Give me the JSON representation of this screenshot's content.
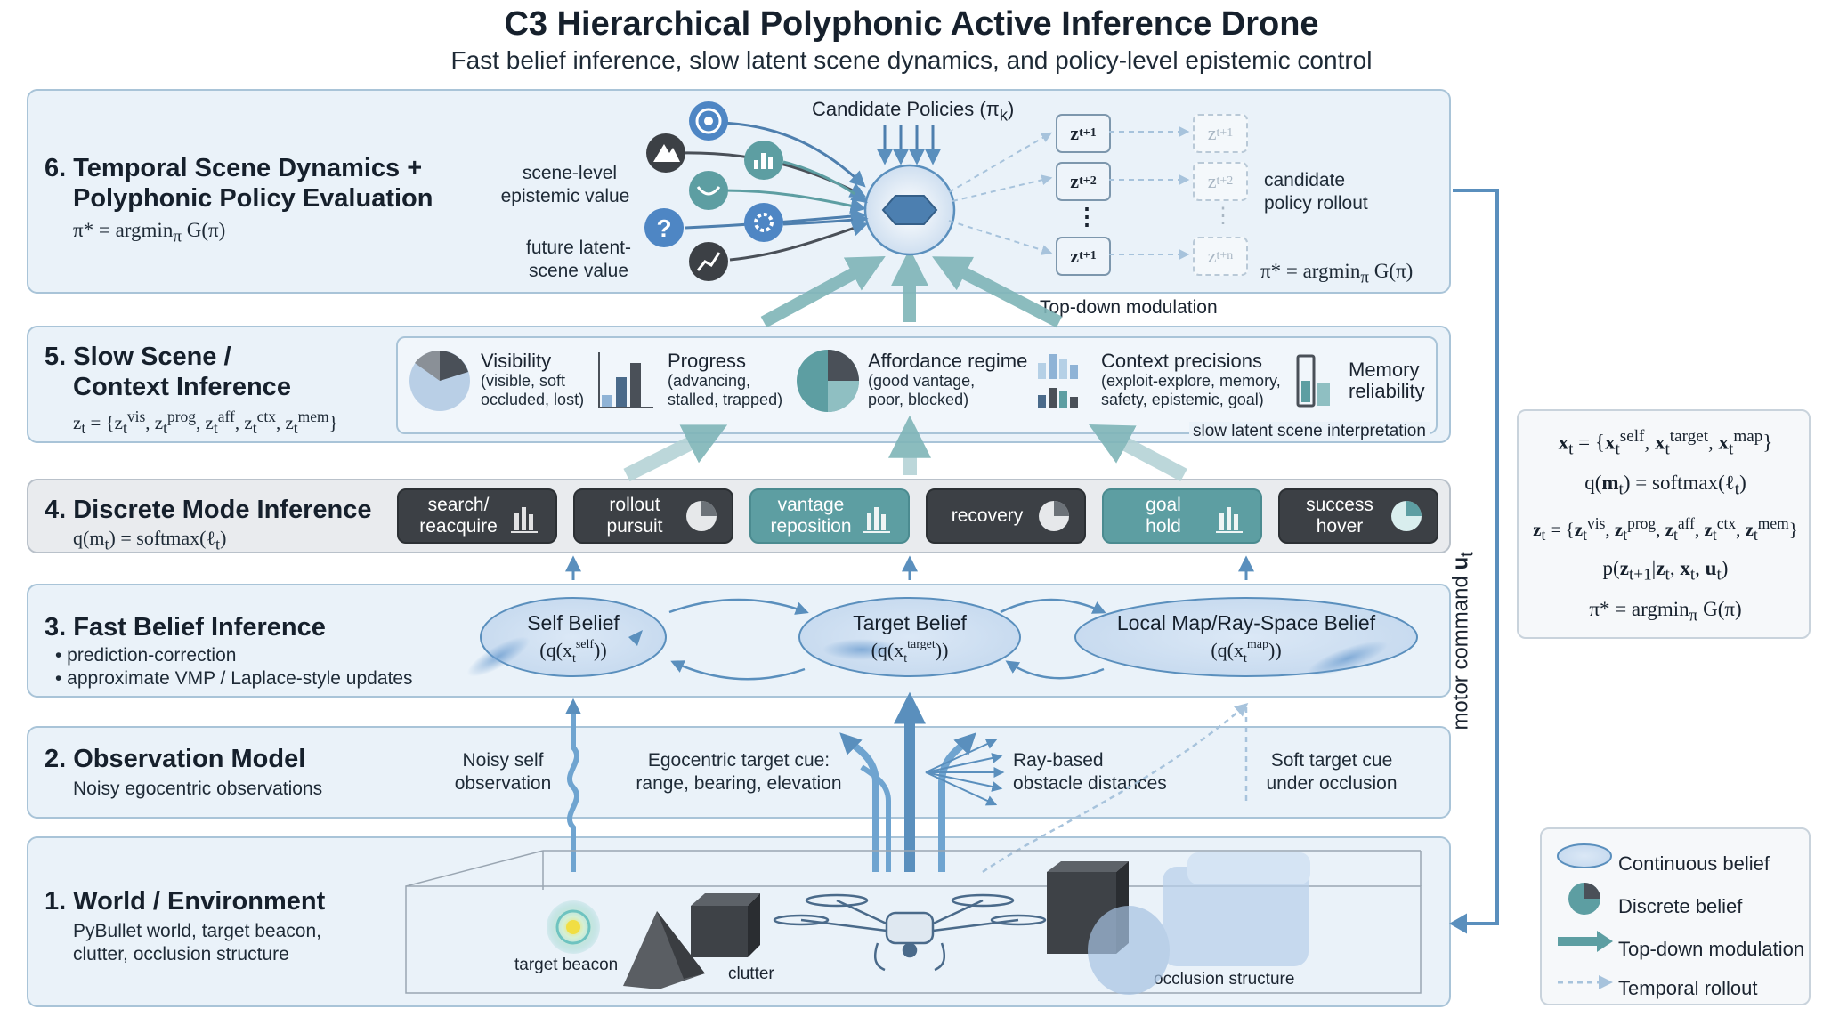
{
  "title": "C3 Hierarchical Polyphonic Active Inference Drone",
  "subtitle": "Fast belief inference, slow latent scene dynamics, and policy-level epistemic control",
  "layer6": {
    "title_line1": "6. Temporal Scene Dynamics +",
    "title_line2": "Polyphonic Policy Evaluation",
    "equation": "π* = argminπ G(π)",
    "scene_level_1": "scene-level",
    "scene_level_2": "epistemic value",
    "future_1": "future latent-",
    "future_2": "scene value",
    "candidate_policies": "Candidate Policies (πk)",
    "z_labels": [
      "zt+1",
      "zt+2",
      "⋮",
      "zt+1"
    ],
    "z_faded": [
      "zt+1",
      "zt+2",
      "⋮",
      "zt+n"
    ],
    "rollout_1": "candidate",
    "rollout_2": "policy rollout",
    "equation_right": "π* = argminπ G(π)",
    "topdown": "Top-down modulation"
  },
  "layer5": {
    "title_line1": "5. Slow Scene /",
    "title_line2": "Context Inference",
    "equation": "zt = {ztvis, ztprog, ztaff, ztctx, ztmem}",
    "items": [
      {
        "label": "Visibility",
        "sub1": "(visible, soft",
        "sub2": "occluded, lost)"
      },
      {
        "label": "Progress",
        "sub1": "(advancing,",
        "sub2": "stalled, trapped)"
      },
      {
        "label": "Affordance regime",
        "sub1": "(good vantage,",
        "sub2": "poor, blocked)"
      },
      {
        "label": "Context precisions",
        "sub1": "(exploit-explore, memory,",
        "sub2": "safety, epistemic, goal)"
      },
      {
        "label": "Memory",
        "sub1": "reliability",
        "sub2": ""
      }
    ],
    "footer": "slow latent scene interpretation"
  },
  "layer4": {
    "title": "4. Discrete Mode Inference",
    "equation": "q(mt) = softmax(ℓt)",
    "modes": [
      {
        "l1": "search/",
        "l2": "reacquire",
        "style": "dark",
        "icon": "bar-chart-icon"
      },
      {
        "l1": "rollout",
        "l2": "pursuit",
        "style": "dark",
        "icon": "pie-chart-icon"
      },
      {
        "l1": "vantage",
        "l2": "reposition",
        "style": "teal",
        "icon": "bar-chart-icon"
      },
      {
        "l1": "recovery",
        "l2": "",
        "style": "dark",
        "icon": "pie-chart-icon"
      },
      {
        "l1": "goal",
        "l2": "hold",
        "style": "teal",
        "icon": "bar-chart-icon"
      },
      {
        "l1": "success",
        "l2": "hover",
        "style": "dark",
        "icon": "pie-chart-icon"
      }
    ]
  },
  "layer3": {
    "title": "3. Fast Belief Inference",
    "bullet1": "• prediction-correction",
    "bullet2": "• approximate VMP / Laplace-style updates",
    "beliefs": [
      {
        "l1": "Self Belief",
        "l2": "(q(xtself))"
      },
      {
        "l1": "Target Belief",
        "l2": "(q(xttarget))"
      },
      {
        "l1": "Local Map/Ray-Space Belief",
        "l2": "(q(xtmap))"
      }
    ]
  },
  "layer2": {
    "title": "2. Observation Model",
    "sub": "Noisy egocentric observations",
    "noisy_1": "Noisy self",
    "noisy_2": "observation",
    "ego_1": "Egocentric target cue:",
    "ego_2": "range, bearing, elevation",
    "ray_1": "Ray-based",
    "ray_2": "obstacle distances",
    "soft_1": "Soft target cue",
    "soft_2": "under occlusion"
  },
  "layer1": {
    "title": "1. World / Environment",
    "sub1": "PyBullet world, target beacon,",
    "sub2": "clutter, occlusion structure",
    "beacon": "target beacon",
    "clutter": "clutter",
    "occlusion": "occlusion structure"
  },
  "motor": "motor command ut",
  "side_eqs": [
    "xt = {xtself, xttarget, xtmap}",
    "q(mt) = softmax(ℓt)",
    "zt = {ztvis, ztprog, ztaff, ztctx, ztmem}",
    "p(zt+1|zt, xt, ut)",
    "π* = argminπ G(π)"
  ],
  "legend": [
    "Continuous belief",
    "Discrete belief",
    "Top-down modulation",
    "Temporal rollout"
  ],
  "colors": {
    "panel_border": "#a9c4d8",
    "panel_fill": "#eaf2f9",
    "teal": "#5d9ea2",
    "dark": "#3c4045",
    "blue_arrow": "#5a8fbd",
    "topdown_arrow": "#7fb5b8"
  }
}
